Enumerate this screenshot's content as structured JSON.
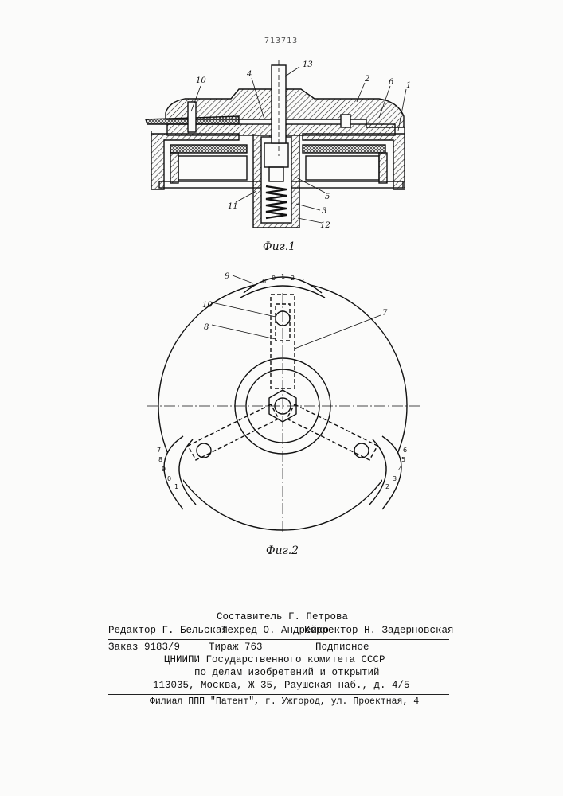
{
  "patent_number": "713713",
  "figure1": {
    "caption": "Фиг.1",
    "callouts": [
      "13",
      "10",
      "4",
      "2",
      "6",
      "1",
      "5",
      "11",
      "3",
      "12"
    ]
  },
  "figure2": {
    "caption": "Фиг.2",
    "callouts": [
      "9",
      "10",
      "8",
      "7"
    ],
    "dial_top": [
      "6",
      "0",
      "1",
      "2",
      "3"
    ],
    "dial_left": [
      "7",
      "8",
      "9",
      "0",
      "1"
    ],
    "dial_right": [
      "6",
      "5",
      "4",
      "3",
      "2"
    ]
  },
  "imprint": {
    "compiler": "Составитель Г. Петрова",
    "editor": "Редактор Г. Бельская",
    "techred": "Техред О. Андрейко",
    "corrector": "Корректор Н. Задерновская",
    "order": "Заказ 9183/9",
    "circulation": "Тираж 763",
    "subscription": "Подписное",
    "institute": "ЦНИИПИ Государственного комитета СССР",
    "dept": "по делам изобретений и открытий",
    "address": "113035, Москва, Ж-35, Раушская наб., д. 4/5",
    "branch": "Филиал ППП \"Патент\", г. Ужгород, ул. Проектная, 4"
  }
}
